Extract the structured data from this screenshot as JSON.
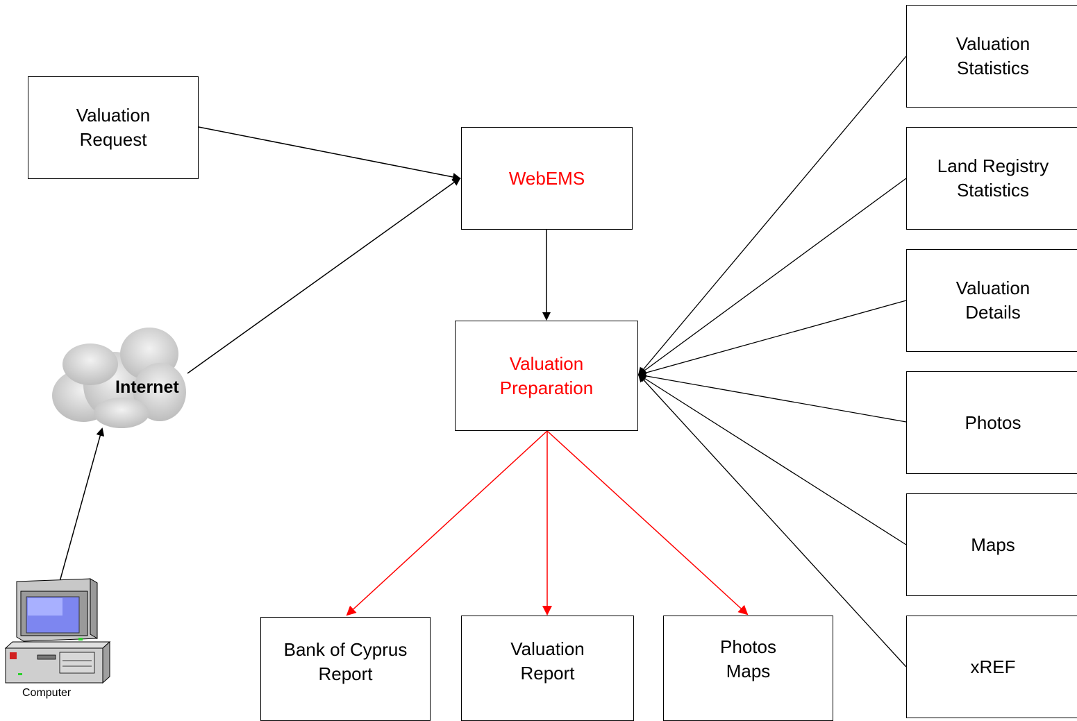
{
  "nodes": {
    "valuation_request": "Valuation\nRequest",
    "webems": "WebEMS",
    "valuation_preparation": "Valuation\nPreparation",
    "internet": "Internet",
    "computer": "Computer",
    "bank_report": "Bank of Cyprus\nReport",
    "valuation_report": "Valuation\nReport",
    "photos_maps": "Photos\nMaps",
    "valuation_statistics": "Valuation\nStatistics",
    "land_registry_statistics": "Land Registry\nStatistics",
    "valuation_details": "Valuation\nDetails",
    "photos": "Photos",
    "maps": "Maps",
    "xref": "xREF"
  },
  "colors": {
    "highlight": "#ff0000",
    "line": "#000000",
    "cloud": "#d9d9d9"
  },
  "icons": [
    "cloud-icon",
    "computer-icon"
  ]
}
